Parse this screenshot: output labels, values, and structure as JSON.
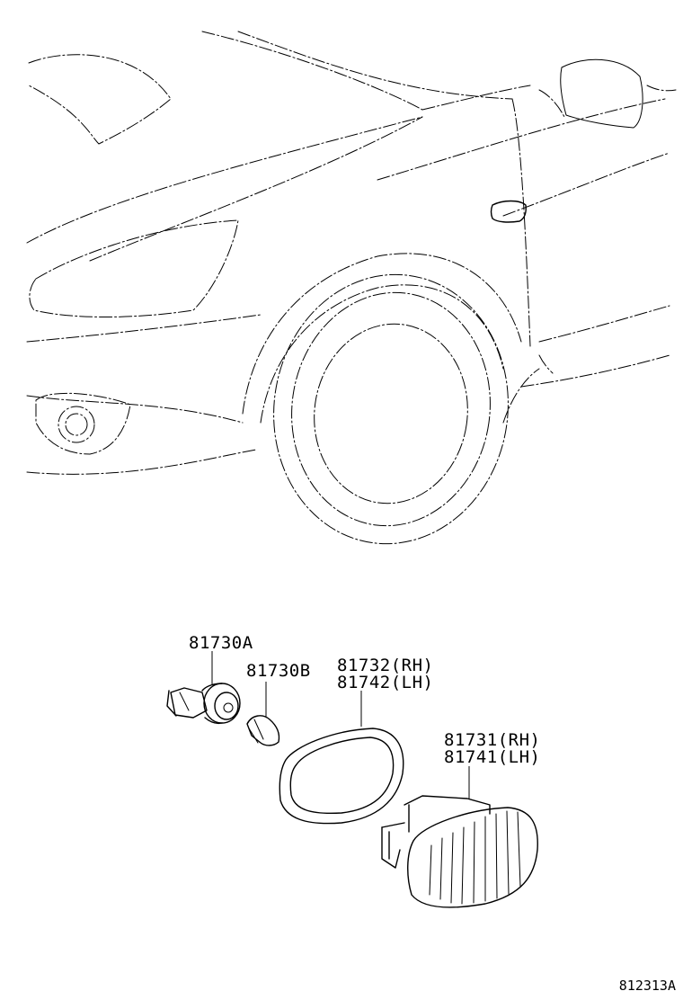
{
  "diagram": {
    "part_labels": {
      "p81730A": "81730A",
      "p81730B": "81730B",
      "p81732_line1": "81732(RH)",
      "p81732_line2": "81742(LH)",
      "p81731_line1": "81731(RH)",
      "p81731_line2": "81741(LH)"
    },
    "figure_code": "812313A"
  }
}
